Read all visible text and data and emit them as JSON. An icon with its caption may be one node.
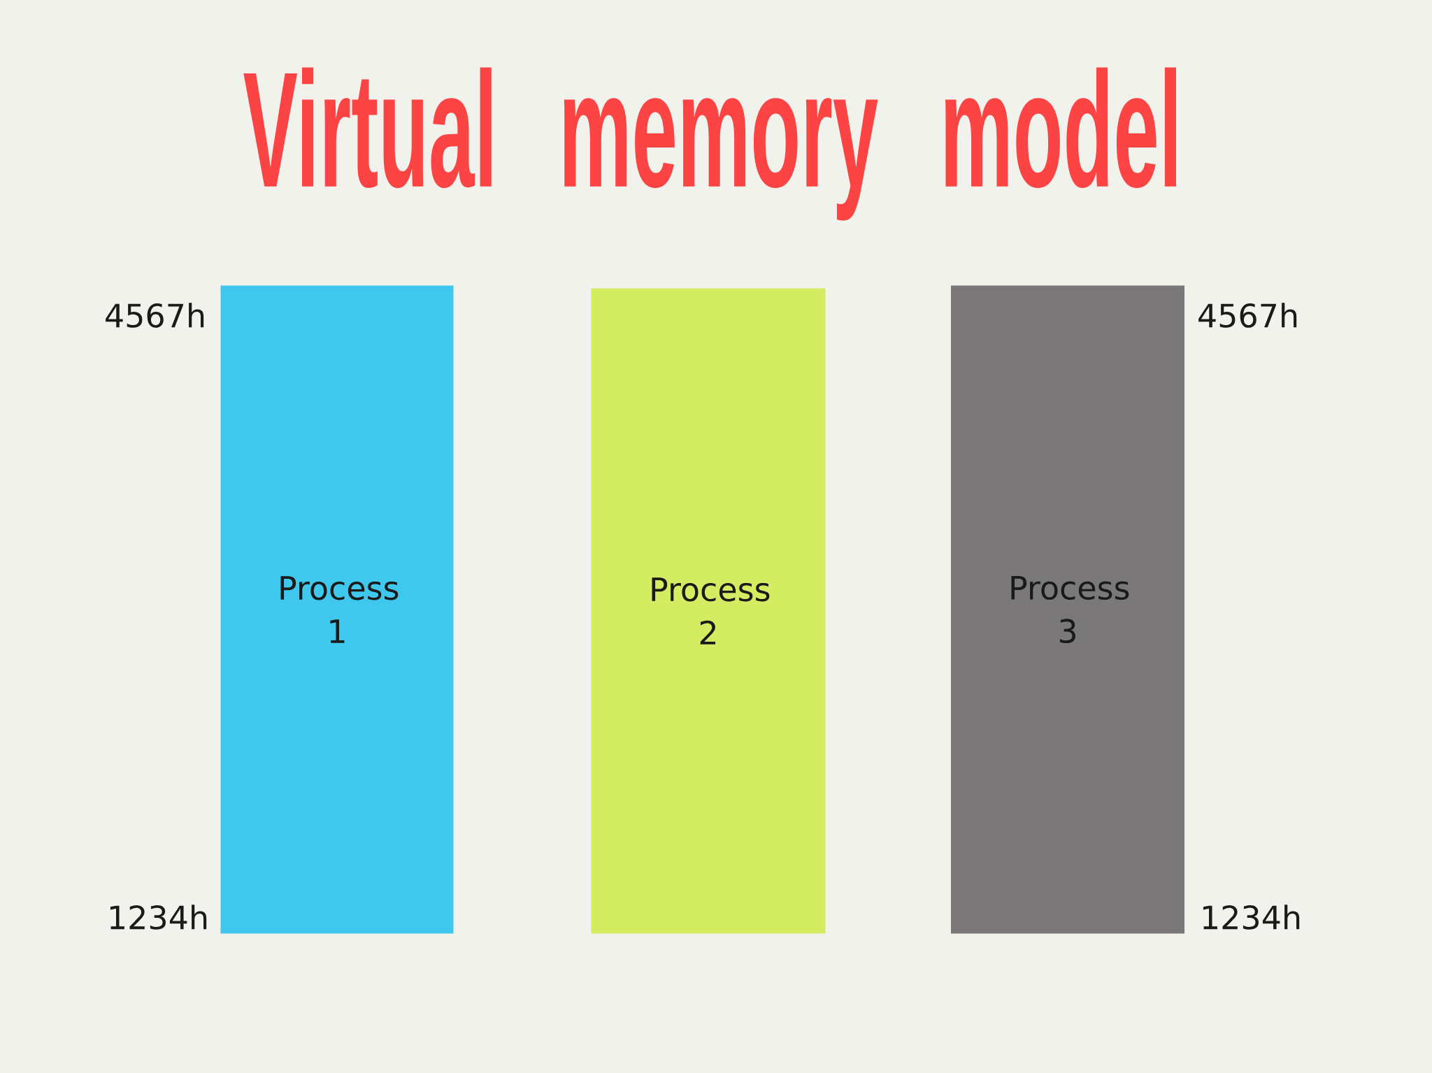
{
  "diagram": {
    "title": "Virtual memory model",
    "nodes": [
      {
        "text": [
          "Process 1"
        ]
      },
      {
        "text": [
          "Process 2"
        ]
      },
      {
        "text": [
          "Process 3"
        ]
      }
    ],
    "labels": [
      "4567h",
      "4567h",
      "1234h",
      "1234h"
    ]
  }
}
